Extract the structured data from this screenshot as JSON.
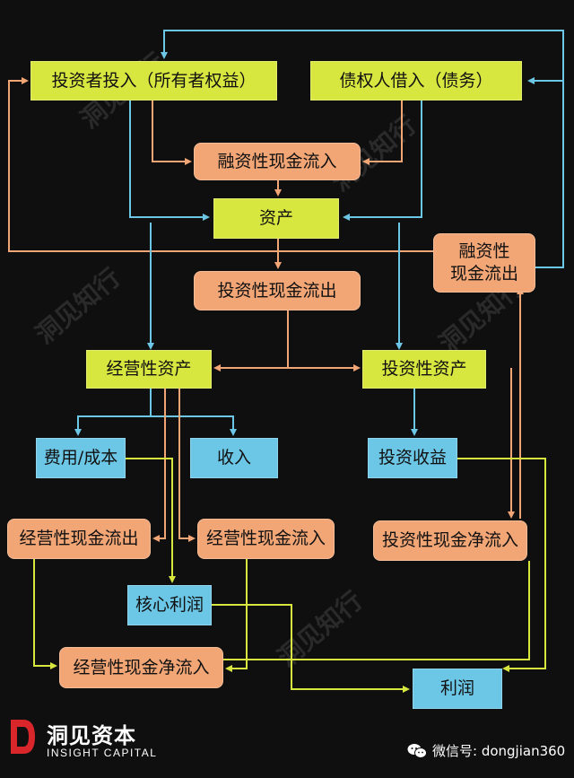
{
  "nodes": {
    "investor_input": "投资者投入（所有者权益）",
    "creditor_loan": "债权人借入（债务）",
    "financing_inflow": "融资性现金流入",
    "assets": "资产",
    "financing_outflow": "融资性\n现金流出",
    "investing_outflow": "投资性现金流出",
    "operating_assets": "经营性资产",
    "investing_assets": "投资性资产",
    "cost": "费用/成本",
    "revenue": "收入",
    "investment_income": "投资收益",
    "operating_outflow": "经营性现金流出",
    "operating_inflow": "经营性现金流入",
    "investing_net_inflow": "投资性现金净流入",
    "core_profit": "核心利润",
    "operating_net_inflow": "经营性现金净流入",
    "profit": "利润"
  },
  "colors": {
    "yellow": "#d8e640",
    "orange": "#f2a676",
    "blue": "#6cc7e6",
    "arrow_blue": "#6cc7e6",
    "arrow_orange": "#f2a676",
    "arrow_yellow": "#d8e640",
    "background": "#0f0f0f"
  },
  "watermark": "洞见知行",
  "footer": {
    "brand_name": "洞见资本",
    "brand_sub": "INSIGHT CAPITAL",
    "wechat_text": "微信号: dongjian360",
    "wechat_icon": "wechat-icon"
  }
}
